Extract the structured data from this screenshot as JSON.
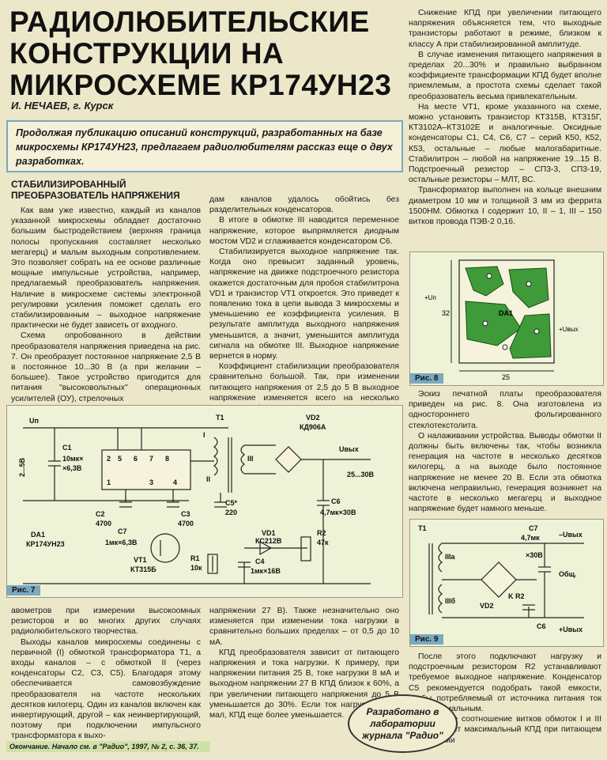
{
  "title_lines": [
    "РАДИОЛЮБИТЕЛЬСКИЕ",
    "КОНСТРУКЦИИ НА",
    "МИКРОСХЕМЕ КР174УН23"
  ],
  "author": "И. НЕЧАЕВ, г. Курск",
  "lead": "Продолжая публикацию описаний конструкций, разработанных на базе микросхемы КР174УН23, предлагаем радиолюбителям рассказ еще о двух разработках.",
  "section_title": "СТАБИЛИЗИРОВАННЫЙ ПРЕОБРАЗОВАТЕЛЬ НАПРЯЖЕНИЯ",
  "col1_top": [
    "Как вам уже известно, каждый из каналов указанной микросхемы обладает достаточно большим быстродействием (верхняя граница полосы пропускания составляет несколько мегагерц) и малым выходным сопротивлением. Это позволяет собрать на ее основе различные мощные импульсные устройства, например, предлагаемый преобразователь напряжения. Наличие в микросхеме системы электронной регулировки усиления поможет сделать его стабилизированным – выходное напряжение практически не будет зависеть от входного.",
    "Схема опробованного в действии преобразователя напряжения приведена на рис. 7. Он преобразует постоянное напряжение 2,5 В в постоянное 10...30 В (а при желании – большее). Такое устройство пригодится для питания \"высоковольтных\" операционных усилителей (ОУ), стрелочных"
  ],
  "col2_top": [
    "дам каналов удалось обойтись без разделительных конденсаторов.",
    "В итоге в обмотке III наводится переменное напряжение, которое выпрямляется диодным мостом VD2 и сглаживается конденсатором С6.",
    "Стабилизируется выходное напряжение так. Когда оно превысит заданный уровень, напряжение на движке подстроечного резистора окажется достаточным для пробоя стабилитрона VD1 и транзистор VT1 откроется. Это приведет к появлению тока в цепи вывода 3 микросхемы и уменьшению ее коэффициента усиления. В результате амплитуда выходного напряжения уменьшится, а значит, уменьшится амплитуда сигнала на обмотке III. Выходное напряжение вернется в норму.",
    "Коэффициент стабилизации преобразователя сравнительно большой. Так, при изменении питающего напряжения от 2,5 до 5 В выходное напряжение изменяется всего на несколько милливольт (при выходном"
  ],
  "col3_top": [
    "Снижение КПД при увеличении питающего напряжения объясняется тем, что выходные транзисторы работают в режиме, близком к классу А при стабилизированной амплитуде.",
    "В случае изменения питающего напряжения в пределах 20...30% и правильно выбранном коэффициенте трансформации КПД будет вполне приемлемым, а простота схемы сделает такой преобразователь весьма привлекательным.",
    "На месте VT1, кроме указанного на схеме, можно установить транзистор КТ315В, КТ315Г, КТ3102А–КТ3102Е и аналогичные. Оксидные конденсаторы С1, С4, С6, С7 – серий К50, К52, К53, остальные – любые малогабаритные. Стабилитрон – любой на напряжение 19...15 В. Подстроечный резистор – СП3-3, СП3-19, остальные резисторы – МЛТ, ВС.",
    "Трансформатор выполнен на кольце внешним диаметром 10 мм и толщиной 3 мм из феррита 1500НМ. Обмотка I содержит 10, II – 1, III – 150 витков провода ПЭВ-2 0,16."
  ],
  "col3_mid": [
    "Эскиз печатной платы преобразователя приведен на рис. 8. Она изготовлена из одностороннего фольгированного стеклотекстолита.",
    "О налаживании устройства. Выводы обмотки II должны быть включены так, чтобы возникла генерация на частоте в несколько десятков килогерц, а на выходе было постоянное напряжение не менее 20 В. Если эта обмотка включена неправильно, генерация возникнет на частоте в несколько мегагерц и выходное напряжение будет намного меньше."
  ],
  "col1_bot": [
    "авометров при измерении высокоомных резисторов и во многих других случаях радиолюбительского творчества.",
    "Выходы каналов микросхемы соединены с первичной (I) обмоткой трансформатора Т1, а входы каналов – с обмоткой II (через конденсаторы С2, С3, С5). Благодаря этому обеспечивается самовозбуждение преобразователя на частоте нескольких десятков килогерц. Один из каналов включен как инвертирующий, другой – как неинвертирующий, поэтому при подключении импульсного трансформатора к выхо-"
  ],
  "col2_bot": [
    "напряжении 27 В). Также незначительно оно изменяется при изменении тока нагрузки в сравнительно больших пределах – от 0,5 до 10 мА.",
    "КПД преобразователя зависит от питающего напряжения и тока нагрузки. К примеру, при напряжении питания 25 В, токе нагрузки 8 мА и выходном напряжении 27 В КПД близок к 60%, а при увеличении питающего напряжения до 5 В уменьшается до 30%. Если ток нагрузки будет мал, КПД еще более уменьшается."
  ],
  "col3_bot": [
    "После этого подключают нагрузку и подстроечным резистором R2 устанавливают требуемое выходное напряжение. Конденсатор С5 рекомендуется подобрать такой емкости, чтобы потребляемый от источника питания ток был минимальным.",
    "Указанное соотношение витков обмоток I и III обеспечивает максимальный КПД при питающем напряжении"
  ],
  "badge": "Разработано в лаборатории журнала \"Радио\"",
  "continued_note": "Окончание. Начало см. в \"Радио\", 1997, № 2, с. 36, 37.",
  "fig7": {
    "label": "Рис. 7",
    "un": "Uп",
    "in_v": "2...5В",
    "c1": "C1",
    "c1v1": "10мк×",
    "c1v2": "×6,3В",
    "c2": "C2",
    "c2v": "4700",
    "c3": "C3",
    "c3v": "4700",
    "c5": "C5*",
    "c5v": "220",
    "c7": "C7",
    "c7v": "1мк×6,3В",
    "c4": "C4",
    "c4v": "1мк×16В",
    "c6": "C6",
    "c6v": "4,7мк×30В",
    "da1": "DA1",
    "da1v": "КР174УН23",
    "vt1": "VT1",
    "vt1v": "КТ315Б",
    "r1": "R1",
    "r1v": "10к",
    "r2": "R2",
    "r2v": "47к",
    "vd1": "VD1",
    "vd1v": "КС212В",
    "vd2": "VD2",
    "vd2v": "КД906А",
    "t1": "T1",
    "w1": "I",
    "w2": "II",
    "w3": "III",
    "uout": "Uвых",
    "uoutv": "25...30В",
    "pins": [
      "2",
      "5",
      "6",
      "7",
      "8",
      "1",
      "3",
      "4"
    ]
  },
  "fig8": {
    "label": "Рис. 8",
    "da1": "DA1",
    "w": "25",
    "h": "32",
    "plus_u": "+Uп",
    "plus_out": "+Uвых"
  },
  "fig9": {
    "label": "Рис. 9",
    "t1": "T1",
    "w3a": "IIIa",
    "w3b": "IIIб",
    "c7": "C7",
    "c7v1": "4,7мк",
    "c7v2": "×30В",
    "vd2": "VD2",
    "r2": "K R2",
    "c6": "C6",
    "minus": "–Uвых",
    "plus": "+Uвых",
    "common": "Общ."
  }
}
